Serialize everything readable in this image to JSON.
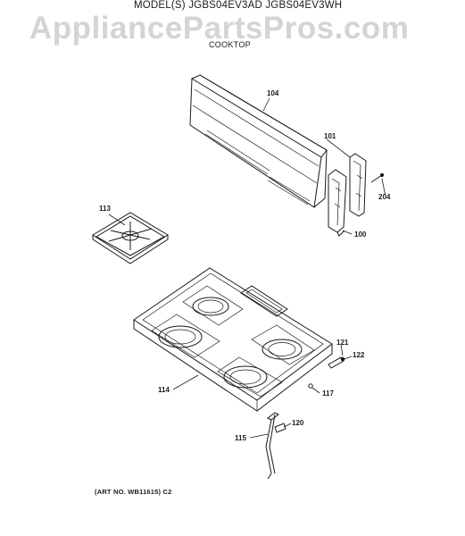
{
  "header": {
    "models_line": "MODEL(S) JGBS04EV3AD  JGBS04EV3WH",
    "section": "COOKTOP"
  },
  "watermark": "AppliancePartsPros.com",
  "footer": {
    "art_number": "(ART NO. WB11615) C2"
  },
  "callouts": {
    "p104": "104",
    "p101": "101",
    "p204": "204",
    "p100": "100",
    "p113": "113",
    "p121": "121",
    "p122": "122",
    "p114": "114",
    "p117": "117",
    "p120": "120",
    "p115": "115"
  }
}
